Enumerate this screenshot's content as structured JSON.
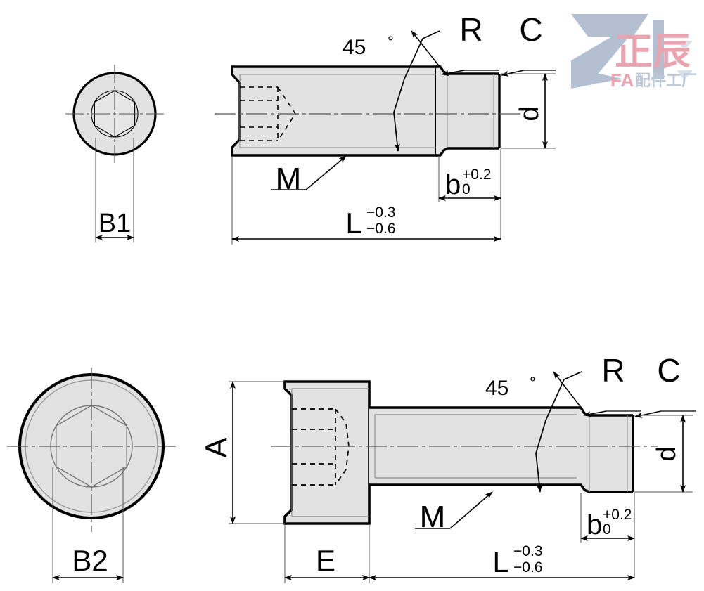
{
  "drawing": {
    "title": "Shoulder screw / stripper bolt dimensioned drawing",
    "background_color": "#ffffff",
    "line_color": "#000000",
    "body_fill": "#e2e2e2",
    "body_fill_light": "#ebebeb",
    "centerline_color": "#808080",
    "hidden_line_color": "#000000"
  },
  "views": {
    "top_end_view": {
      "name": "set-screw-end-view",
      "dimension_label": "B1"
    },
    "top_side_view": {
      "name": "set-screw-side-view",
      "labels": {
        "angle": "45",
        "degree_symbol": "°",
        "fillet": "R",
        "chamfer": "C",
        "thread": "M",
        "shank_diameter": "d",
        "shank_length": "b",
        "shank_tol_upper": "+0.2",
        "shank_tol_lower": "0",
        "overall_length": "L",
        "length_tol_upper": "−0.3",
        "length_tol_lower": "−0.6"
      }
    },
    "bottom_end_view": {
      "name": "cap-screw-end-view",
      "dimension_label": "B2"
    },
    "bottom_side_view": {
      "name": "cap-screw-side-view",
      "labels": {
        "head_diameter": "A",
        "head_height": "E",
        "angle": "45",
        "degree_symbol": "°",
        "fillet": "R",
        "chamfer": "C",
        "thread": "M",
        "shank_diameter": "d",
        "shank_length": "b",
        "shank_tol_upper": "+0.2",
        "shank_tol_lower": "0",
        "overall_length": "L",
        "length_tol_upper": "−0.3",
        "length_tol_lower": "−0.6"
      }
    }
  },
  "watermark": {
    "brand_cn": "正辰",
    "brand_sub_cn": "配件工厂",
    "brand_fa": "FA",
    "logo_color_pink": "#e8a0ac",
    "logo_color_blue": "#aebdcf"
  }
}
